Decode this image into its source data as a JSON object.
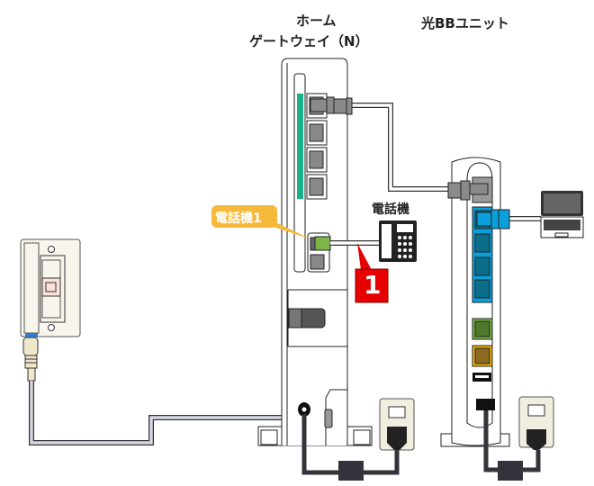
{
  "labels": {
    "gateway_line1": "ホーム",
    "gateway_line2": "ゲートウェイ（N）",
    "hikari_unit": "光BBユニット",
    "telephone": "電話機",
    "phone_port_callout": "電話機1",
    "step_badge": "1"
  },
  "colors": {
    "led_green": "#17b287",
    "phone_port_green": "#7ab648",
    "lan_blue": "#0aa0dc",
    "lan_port": "#0b6f8c",
    "green_port": "#4d7a2a",
    "orange_port": "#8a6a1e",
    "orange_port_frame": "#f5b800",
    "callout_yellow": "#f6b93b",
    "badge_red": "#e60000",
    "power_cord": "#33333b"
  },
  "icons": [
    "wall-jack-icon",
    "laptop-icon",
    "telephone-icon",
    "power-outlet-icon",
    "power-plug-icon"
  ]
}
